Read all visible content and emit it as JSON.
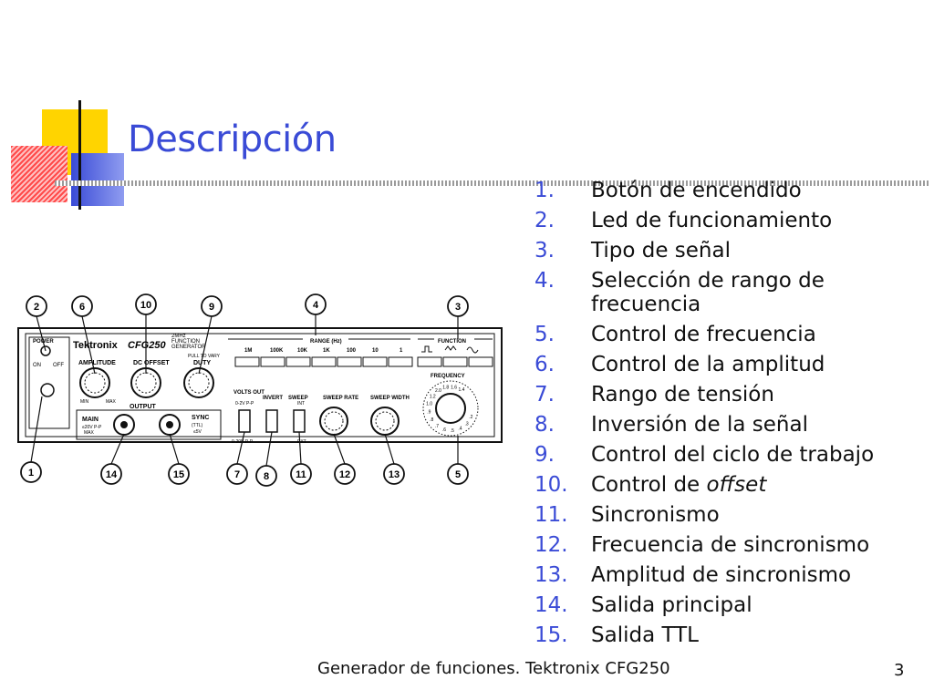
{
  "slide": {
    "title": "Descripción",
    "items": [
      {
        "num": "1.",
        "text": "Botón de encendido"
      },
      {
        "num": "2.",
        "text": "Led de funcionamiento"
      },
      {
        "num": "3.",
        "text": "Tipo de señal"
      },
      {
        "num": "4.",
        "text": "Selección de rango de frecuencia"
      },
      {
        "num": "5.",
        "text": "Control de frecuencia"
      },
      {
        "num": "6.",
        "text": "Control de la amplitud"
      },
      {
        "num": "7.",
        "text": "Rango de tensión"
      },
      {
        "num": "8.",
        "text": "Inversión de la señal"
      },
      {
        "num": "9.",
        "text": "Control del ciclo de trabajo"
      },
      {
        "num": "10.",
        "text_pre": "Control de ",
        "text_em": "offset"
      },
      {
        "num": "11.",
        "text": "Sincronismo"
      },
      {
        "num": "12.",
        "text": "Frecuencia de sincronismo"
      },
      {
        "num": "13.",
        "text": "Amplitud de sincronismo"
      },
      {
        "num": "14.",
        "text": "Salida principal"
      },
      {
        "num": "15.",
        "text": "Salida TTL"
      }
    ],
    "footer": "Generador de funciones. Tektronix CFG250",
    "page_number": "3"
  },
  "device": {
    "brand": "Tektronix",
    "model": "CFG250",
    "model_sub": [
      "2MHz",
      "FUNCTION",
      "GENERATOR"
    ],
    "power_label": "POWER",
    "on_label": "ON",
    "off_label": "OFF",
    "amplitude_label": "AMPLITUDE",
    "dc_offset_label": "DC OFFSET",
    "pull_label": "PULL TO VARY",
    "duty_label": "DUTY",
    "min_label": "MIN",
    "max_label": "MAX",
    "output_label": "OUTPUT",
    "main_label": "MAIN",
    "main_sub": "≤20V P-P",
    "main_max": "MAX",
    "sync_label": "SYNC",
    "sync_sub": "(TTL)",
    "sync_sub2": "≤5V",
    "volts_out_label": "VOLTS OUT",
    "volts_sub": "0-2V P-P",
    "volts_sub2": "0-20V P-P",
    "invert_label": "INVERT",
    "sweep_label": "SWEEP",
    "int_label": "INT",
    "ext_label": "EXT",
    "sweep_rate_label": "SWEEP RATE",
    "sweep_width_label": "SWEEP WIDTH",
    "range_label": "RANGE (Hz)",
    "range_values": [
      "1M",
      "100K",
      "10K",
      "1K",
      "100",
      "10",
      "1"
    ],
    "function_label": "FUNCTION",
    "frequency_label": "FREQUENCY",
    "dial_values": [
      "1.4",
      "1.6",
      "1.8",
      "2.0",
      "1.2",
      "1.0",
      ".9",
      ".8",
      ".7",
      ".6",
      ".5",
      ".4",
      ".3",
      ".2"
    ],
    "callouts": [
      "2",
      "6",
      "10",
      "9",
      "4",
      "3",
      "1",
      "14",
      "15",
      "7",
      "8",
      "11",
      "12",
      "13",
      "5"
    ]
  },
  "colors": {
    "title": "#3a4bd6",
    "number": "#3a4bd6",
    "deco_yellow": "#ffd400",
    "deco_red": "#ff5a5a",
    "deco_blue": "#3a4bd6"
  }
}
